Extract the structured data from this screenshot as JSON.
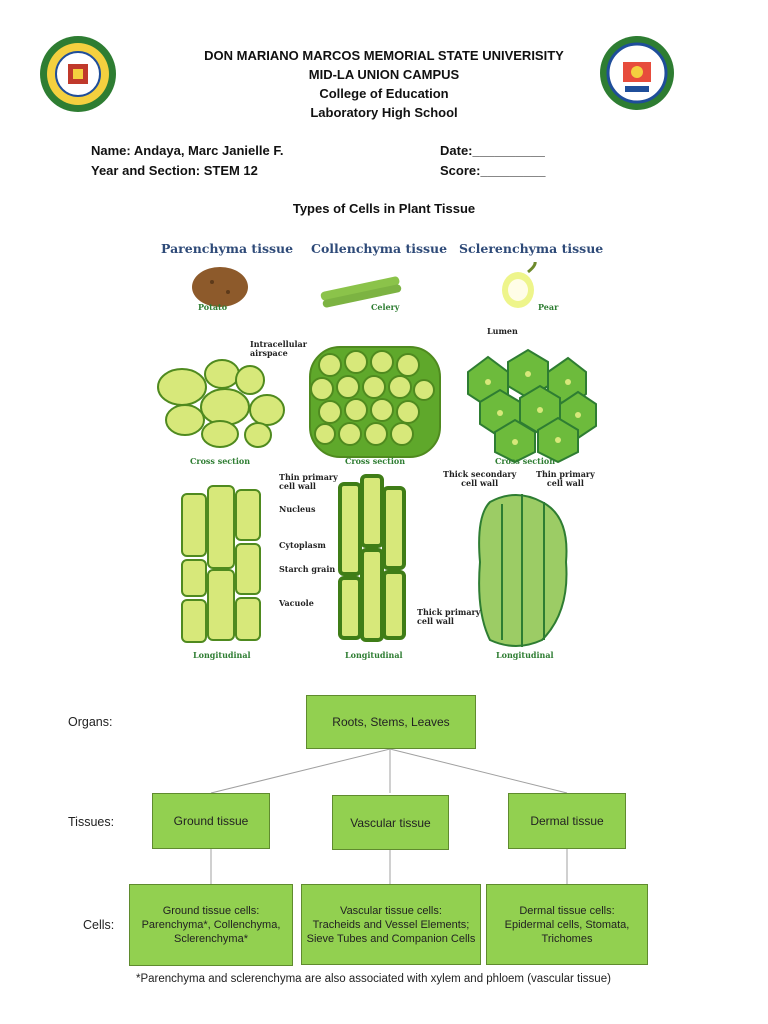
{
  "header": {
    "university": "DON MARIANO MARCOS MEMORIAL STATE UNIVERISITY",
    "campus": "MID-LA UNION CAMPUS",
    "college": "College of Education",
    "school": "Laboratory High School"
  },
  "student": {
    "name_label": "Name: Andaya, Marc Janielle F.",
    "section_label": "Year and Section: STEM 12",
    "date_label": "Date:__________",
    "score_label": "Score:_________"
  },
  "title": "Types of Cells in Plant Tissue",
  "figure": {
    "tissues": [
      {
        "title": "Parenchyma tissue",
        "example": "Potato"
      },
      {
        "title": "Collenchyma tissue",
        "example": "Celery"
      },
      {
        "title": "Sclerenchyma tissue",
        "example": "Pear"
      }
    ],
    "cross_section_label": "Cross section",
    "longitudinal_label": "Longitudinal",
    "labels": {
      "airspace": "Intracellular\nairspace",
      "lumen": "Lumen",
      "thin_primary": "Thin primary\ncell wall",
      "nucleus": "Nucleus",
      "cytoplasm": "Cytoplasm",
      "starch": "Starch grain",
      "vacuole": "Vacuole",
      "thick_primary": "Thick primary\ncell wall",
      "thick_secondary": "Thick secondary\ncell wall",
      "thin_primary_2": "Thin primary\ncell wall"
    }
  },
  "diagram": {
    "row_labels": {
      "organs": "Organs:",
      "tissues": "Tissues:",
      "cells": "Cells:"
    },
    "organs": "Roots, Stems, Leaves",
    "tissues": [
      "Ground tissue",
      "Vascular tissue",
      "Dermal tissue"
    ],
    "cells": [
      "Ground tissue cells:\nParenchyma*, Collenchyma,\nSclerenchyma*",
      "Vascular tissue cells:\nTracheids and Vessel Elements;\nSieve Tubes and Companion Cells",
      "Dermal tissue cells:\nEpidermal cells, Stomata,\nTrichomes"
    ],
    "box_color": "#92d050"
  },
  "footnote": "*Parenchyma and sclerenchyma are also associated with xylem and phloem (vascular tissue)"
}
